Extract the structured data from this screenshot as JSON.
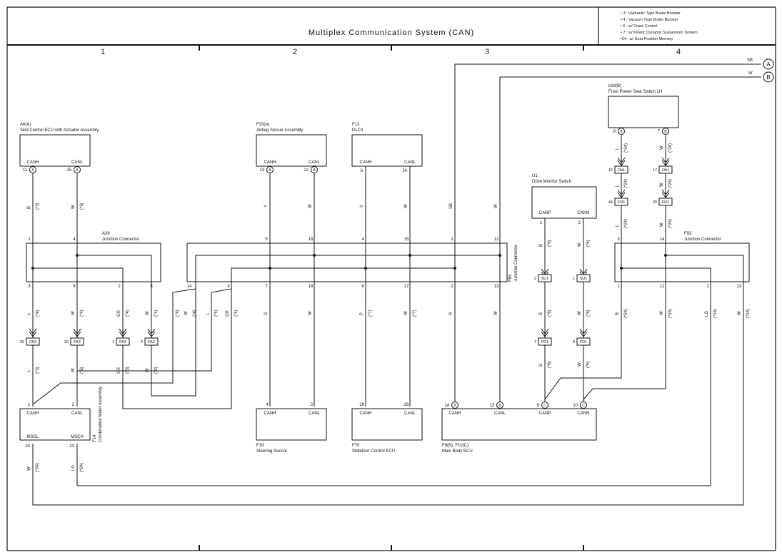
{
  "title": "Multiplex Communication System (CAN)",
  "notes": [
    "• 3 : Hydraulic Type Brake Booster",
    "• 4 : Vacuum Type Brake Booster",
    "• 6 : w/ Crawl Control",
    "• 7 : w/ Kinetic Dynamic Suspension System",
    "•24 : w/ Seat Position Memory"
  ],
  "columns": [
    "1",
    "2",
    "3",
    "4"
  ],
  "components": {
    "a6": {
      "id": "A6(A)",
      "name": "Skid Control ECU with Actuator Assembly",
      "pins": [
        "CANH",
        "CANL"
      ],
      "pin_numbers": [
        "11",
        "25"
      ],
      "connector": "A"
    },
    "f33": {
      "id": "F33(A)",
      "name": "Airbag Sensor Assembly",
      "pins": [
        "CANH",
        "CANL"
      ],
      "pin_numbers": [
        "13",
        "22"
      ],
      "connector": "A"
    },
    "f13": {
      "id": "F13",
      "name": "DLC3",
      "pins": [
        "CANH",
        "CANL"
      ],
      "pin_numbers": [
        "6",
        "14"
      ]
    },
    "u1": {
      "id": "U1",
      "name": "Drive Monitor Switch",
      "pins": [
        "CANP",
        "CANN"
      ],
      "pin_numbers": [
        "1",
        "2"
      ]
    },
    "b19": {
      "id": "b19(B)",
      "name": "Front Power Seat Switch LH",
      "pin_numbers": [
        "8",
        "7"
      ],
      "connector": "B"
    },
    "f14": {
      "id": "F14",
      "name": "Combination Meter Assembly",
      "pins": [
        "CANH",
        "CANL",
        "MSCL",
        "MSCH"
      ],
      "pin_numbers": [
        "1",
        "2",
        "24",
        "23"
      ]
    },
    "f19": {
      "id": "F19",
      "name": "Steering Sensor",
      "pins": [
        "CANH",
        "CANL"
      ],
      "pin_numbers": [
        "4",
        "3"
      ]
    },
    "f70": {
      "id": "F70",
      "name": "Stabilizer Control ECU",
      "pins": [
        "CANH",
        "CANL"
      ],
      "pin_numbers": [
        "29",
        "28"
      ]
    },
    "f9": {
      "id": "F9(B), F10(C)",
      "name": "Main Body ECU",
      "pins": [
        "CANH",
        "CANL",
        "CANP",
        "CANN"
      ],
      "pin_numbers": [
        "14",
        "13",
        "9",
        "10"
      ],
      "connectors": [
        "B",
        "B",
        "C",
        "C"
      ]
    }
  },
  "junctions": {
    "a36": {
      "id": "A36",
      "name": "Junction Connector",
      "top": [
        "1",
        "4"
      ],
      "bottom": [
        "3",
        "6",
        "2",
        "5"
      ]
    },
    "f59": {
      "id": "F59",
      "name": "Junction Connector",
      "top": [
        "5",
        "16",
        "4",
        "15",
        "1",
        "12"
      ],
      "bottom": [
        "14",
        "3",
        "7",
        "18",
        "6",
        "17",
        "2",
        "13"
      ]
    },
    "f93": {
      "id": "F93",
      "name": "Junction Connector",
      "top": [
        "3",
        "14"
      ],
      "bottom": [
        "1",
        "12",
        "2",
        "13"
      ]
    }
  },
  "inline_connectors": [
    {
      "label": "FA2",
      "pin": "29"
    },
    {
      "label": "FA2",
      "pin": "30"
    },
    {
      "label": "FA2",
      "pin": "1"
    },
    {
      "label": "FA2",
      "pin": "2"
    },
    {
      "label": "SU1",
      "pin": "2"
    },
    {
      "label": "SU1",
      "pin": "1"
    },
    {
      "label": "FD1",
      "pin": "7"
    },
    {
      "label": "FD1",
      "pin": "8"
    },
    {
      "label": "Ob1",
      "pin": "16"
    },
    {
      "label": "Ob1",
      "pin": "17"
    },
    {
      "label": "FO1",
      "pin": "44"
    },
    {
      "label": "FO1",
      "pin": "20"
    }
  ],
  "offpage": [
    {
      "ref": "A",
      "wire": "SB"
    },
    {
      "ref": "B",
      "wire": "W"
    }
  ],
  "wire_colors": {
    "B": "B",
    "W": "W",
    "Y": "Y",
    "V": "V",
    "SB": "SB",
    "L": "L",
    "GR": "GR",
    "G": "G",
    "P": "P",
    "R": "R",
    "LG": "LG"
  },
  "markers": {
    "m3": "(*3)",
    "m4": "(*4)",
    "m6": "(*6)",
    "m7": "(*7)",
    "m24": "(*24)"
  }
}
